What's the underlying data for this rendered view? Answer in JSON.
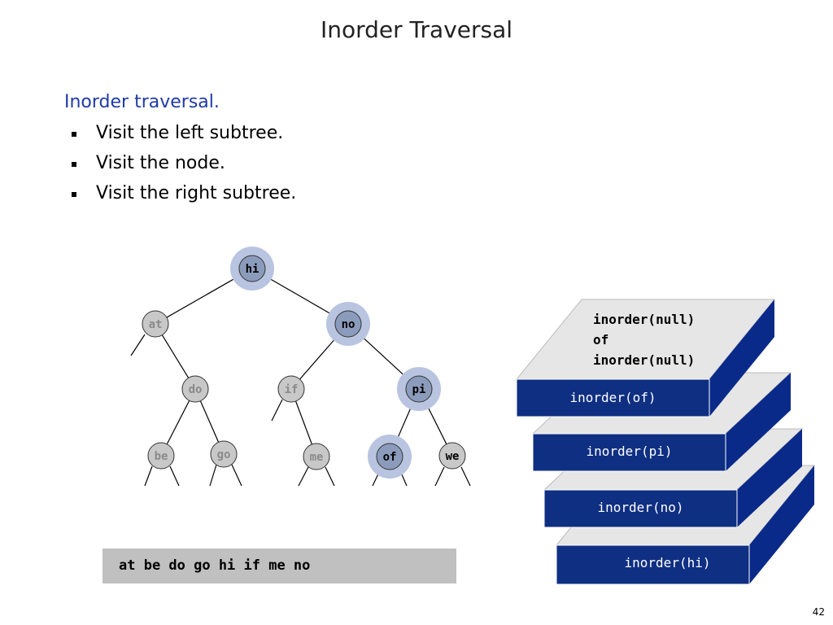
{
  "slide": {
    "title": "Inorder Traversal",
    "heading": "Inorder traversal.",
    "bullets": [
      "Visit the left subtree.",
      "Visit the node.",
      "Visit the right subtree."
    ],
    "page_number": "42"
  },
  "tree": {
    "nodes": {
      "hi": {
        "label": "hi",
        "state": "active"
      },
      "at": {
        "label": "at",
        "state": "visited"
      },
      "no": {
        "label": "no",
        "state": "active"
      },
      "do": {
        "label": "do",
        "state": "visited"
      },
      "if": {
        "label": "if",
        "state": "visited"
      },
      "pi": {
        "label": "pi",
        "state": "active"
      },
      "be": {
        "label": "be",
        "state": "visited"
      },
      "go": {
        "label": "go",
        "state": "visited"
      },
      "me": {
        "label": "me",
        "state": "visited"
      },
      "of": {
        "label": "of",
        "state": "current"
      },
      "we": {
        "label": "we",
        "state": "pending"
      }
    },
    "edges": [
      [
        "hi",
        "at"
      ],
      [
        "hi",
        "no"
      ],
      [
        "at",
        "do"
      ],
      [
        "no",
        "if"
      ],
      [
        "no",
        "pi"
      ],
      [
        "do",
        "be"
      ],
      [
        "do",
        "go"
      ],
      [
        "if",
        "me"
      ],
      [
        "pi",
        "of"
      ],
      [
        "pi",
        "we"
      ]
    ]
  },
  "call_stack": {
    "frames": [
      "inorder(hi)",
      "inorder(no)",
      "inorder(pi)",
      "inorder(of)"
    ],
    "top_card_lines": [
      "inorder(null)",
      "of",
      "inorder(null)"
    ]
  },
  "output": {
    "text": "at be do go hi if me no"
  },
  "colors": {
    "node_active_fill": "#8b9bbb",
    "node_halo": "#b8c4e0",
    "node_visited_fill": "#c8c8c8",
    "node_visited_text": "#8a8a8a",
    "node_pending_fill": "#c8c8c8",
    "card_face": "#e6e6e6",
    "card_side": "#0a2a8a",
    "card_front": "#0f2f82",
    "heading": "#1f3aa8"
  }
}
